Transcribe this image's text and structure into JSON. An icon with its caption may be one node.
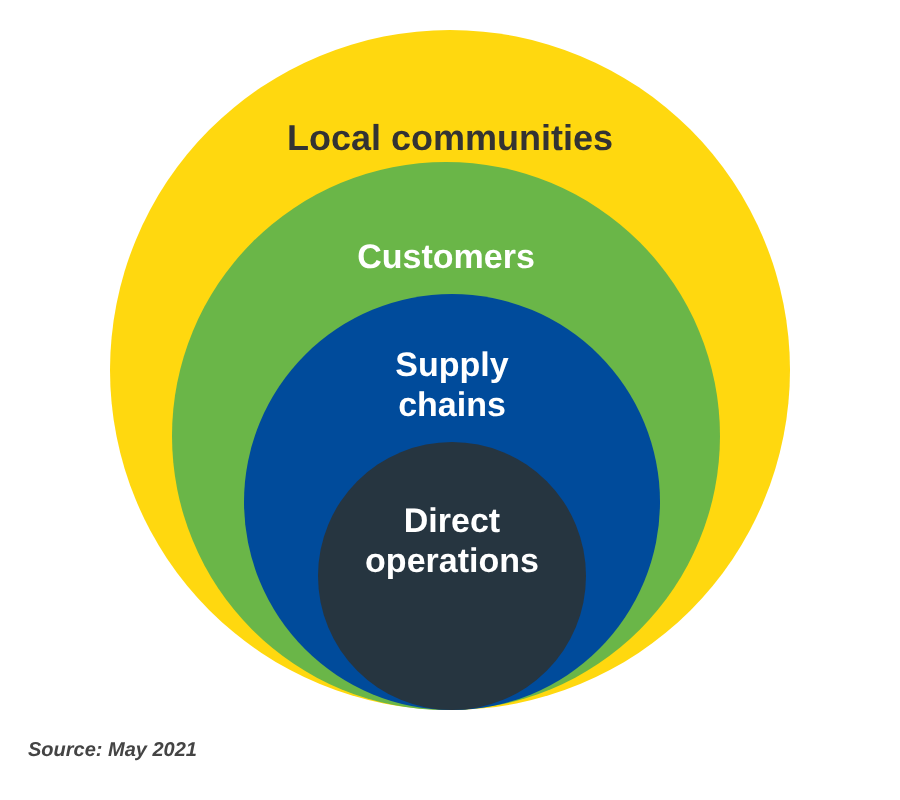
{
  "diagram": {
    "caption": "Source: May 2021",
    "nodes": [
      {
        "text": [
          "Local communities"
        ]
      },
      {
        "text": [
          "Customers"
        ],
        "in": 0
      },
      {
        "text": [
          "Supply chains"
        ],
        "in": 1
      },
      {
        "text": [
          "Direct operations"
        ],
        "in": 2
      }
    ]
  }
}
